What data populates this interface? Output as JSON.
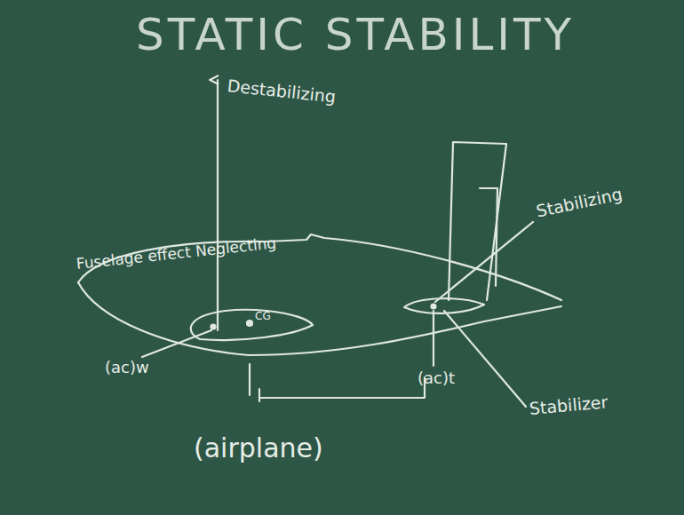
{
  "diagram": {
    "title": "STATIC STABILITY",
    "labels": [
      "Destabilizing",
      "Fuselage effect Neglecting",
      "Stabilizing",
      "CG",
      "(ac)w",
      "(ac)t",
      "Stabilizer",
      "(airplane)"
    ]
  }
}
